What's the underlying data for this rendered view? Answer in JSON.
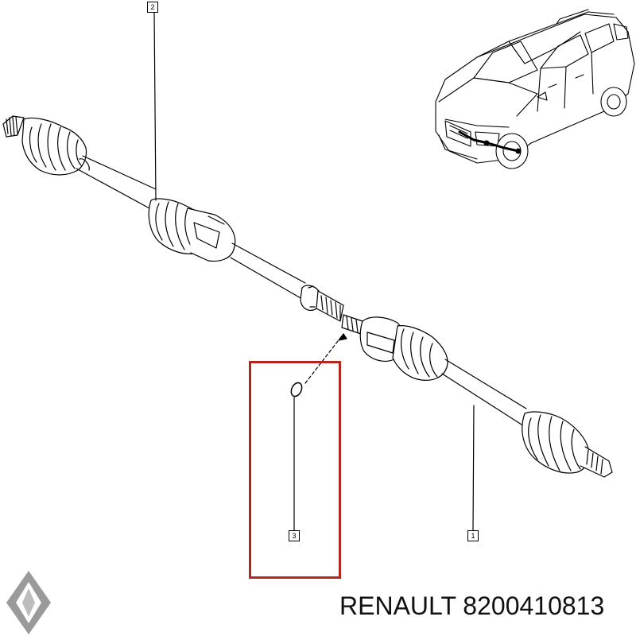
{
  "callouts": {
    "part1": "1",
    "part2": "2",
    "part3": "3"
  },
  "caption": {
    "brand": "RENAULT",
    "part_number": "8200410813",
    "full": "RENAULT 8200410813"
  },
  "colors": {
    "line": "#000000",
    "highlight": "#b5261e",
    "logo_fill": "#9a9a9a",
    "background": "#ffffff"
  },
  "icons": {
    "logo": "renault-diamond-logo",
    "vehicle": "suv-locator-icon"
  }
}
